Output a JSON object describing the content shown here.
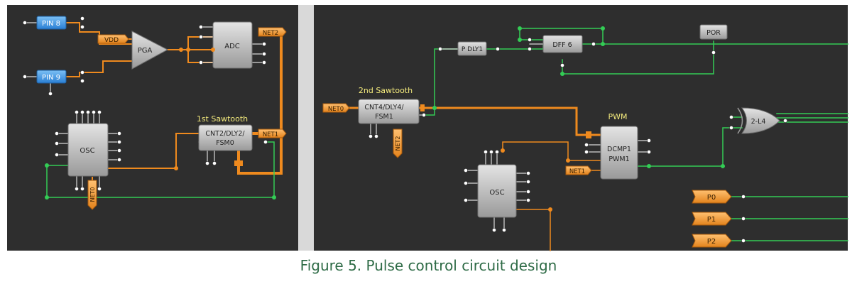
{
  "caption": "Figure 5. Pulse control circuit design",
  "colors": {
    "panel": "#2e2e2e",
    "divider": "#d8d8d8",
    "orange": "#ef8a1e",
    "green": "#33cc55",
    "pin_blue": "#3b8fe0",
    "block_gray": "#b8b8b8",
    "label_yellow": "#f2e97c"
  },
  "left": {
    "pin8": "PIN 8",
    "pin9": "PIN 9",
    "vdd": "VDD",
    "pga": "PGA",
    "adc": "ADC",
    "net2": "NET2",
    "osc": "OSC",
    "net0": "NET0",
    "sawtooth_title": "1st Sawtooth",
    "cnt_line1": "CNT2/DLY2/",
    "cnt_line2": "FSM0",
    "net1": "NET1"
  },
  "right": {
    "net0": "NET0",
    "sawtooth_title": "2nd Sawtooth",
    "cnt_line1": "CNT4/DLY4/",
    "cnt_line2": "FSM1",
    "net2": "NET2",
    "pdly": "P DLY1",
    "dff": "DFF 6",
    "por": "POR",
    "pwm_title": "PWM",
    "pwm_line1": "DCMP1",
    "pwm_line2": "PWM1",
    "net1": "NET1",
    "osc": "OSC",
    "xor": "2-L4",
    "p0": "P0",
    "p1": "P1",
    "p2": "P2"
  }
}
